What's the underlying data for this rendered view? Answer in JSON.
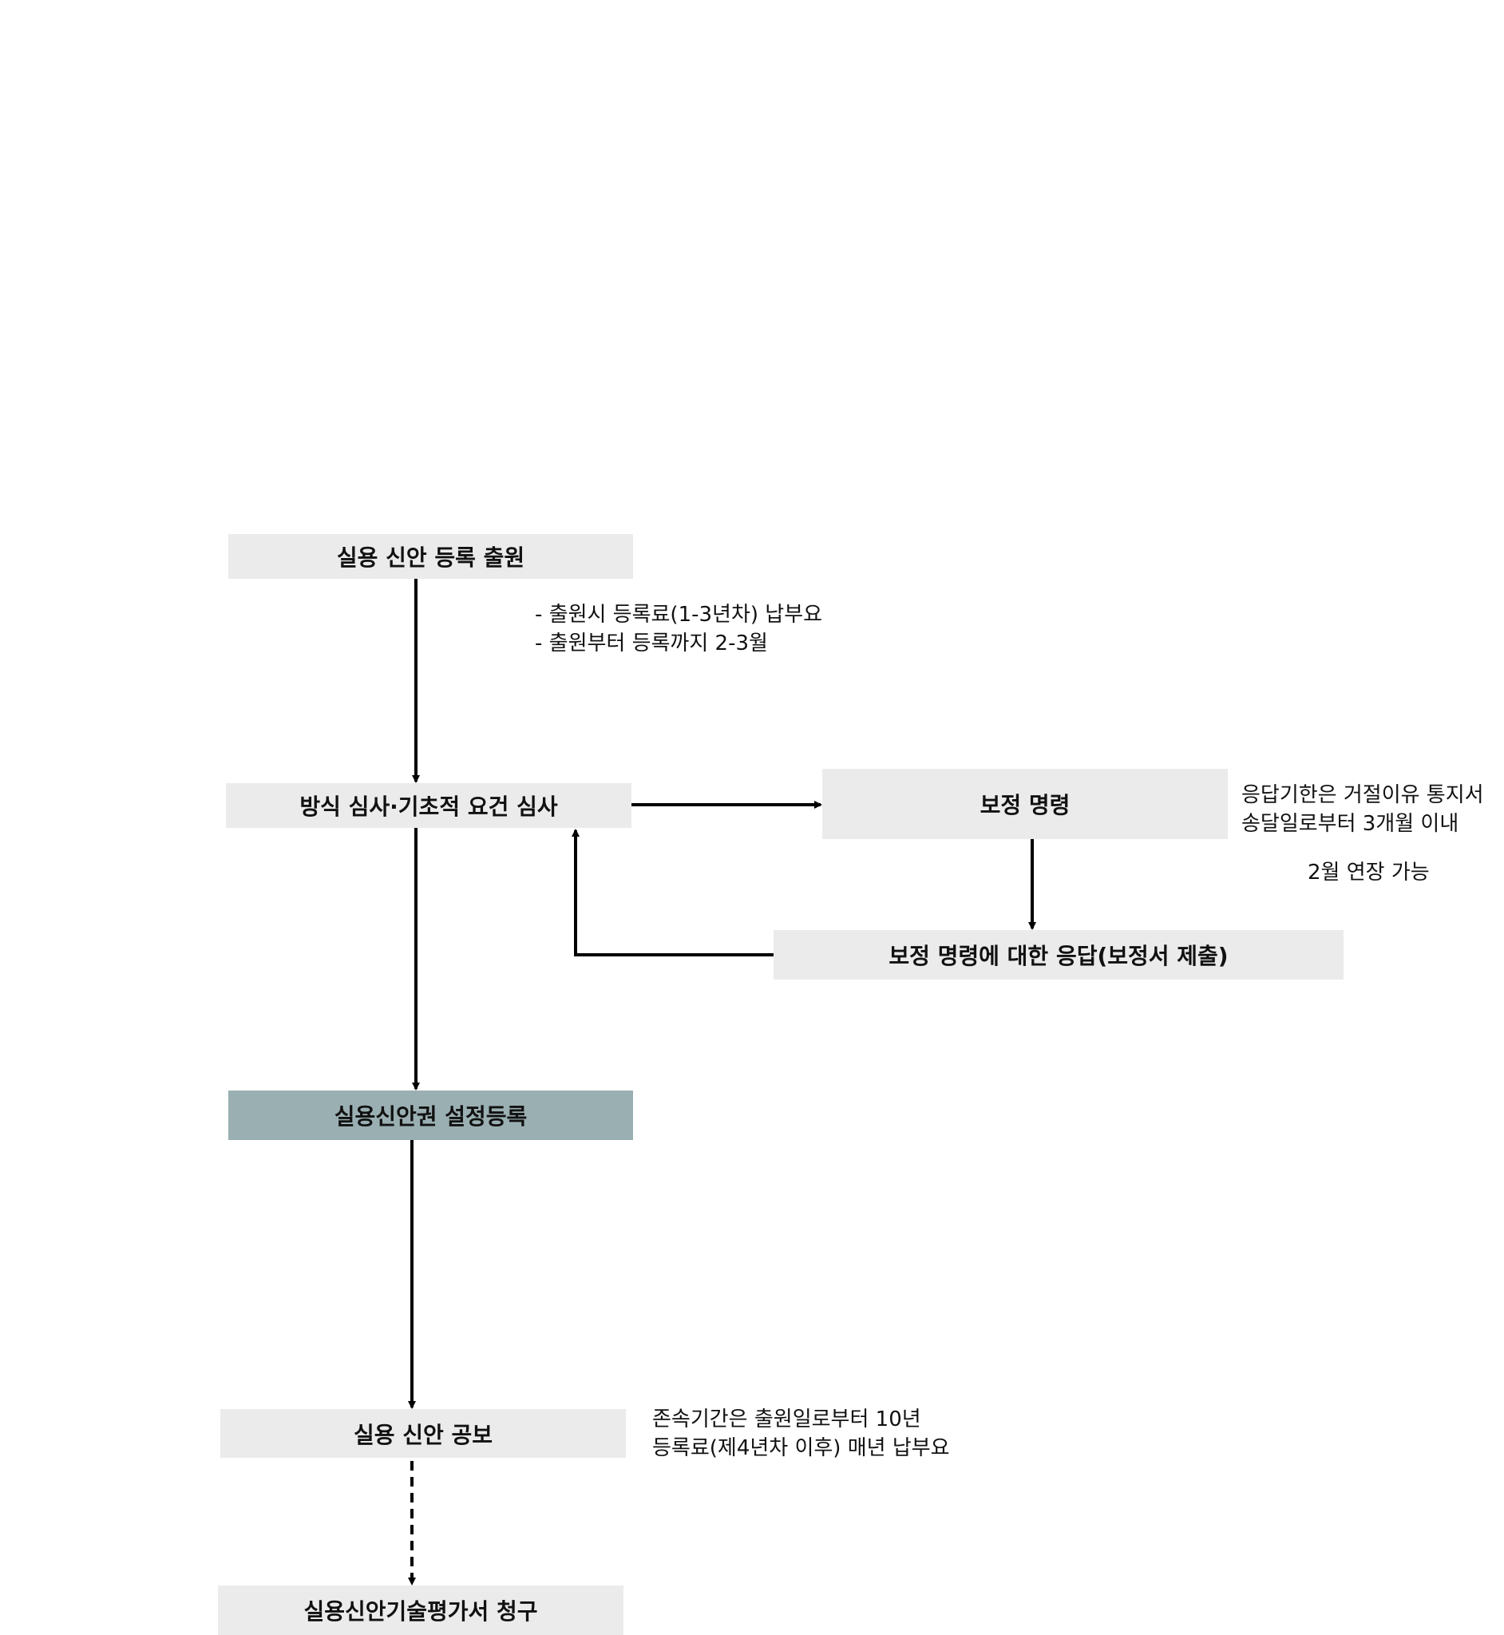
{
  "colors": {
    "box": "#ebebeb",
    "highlight_box": "#9aafb2",
    "arrow": "#000000"
  },
  "nodes": {
    "filing": "실용 신안 등록 출원",
    "formality_exam": "방식 심사·기초적 요건 심사",
    "amendment_order": "보정 명령",
    "amendment_response": "보정 명령에 대한 응답(보정서 제출)",
    "registration": "실용신안권 설정등록",
    "publication": "실용 신안 공보",
    "tech_eval_request": "실용신안기술평가서 청구"
  },
  "notes": {
    "filing": [
      "- 출원시 등록료(1-3년차) 납부요",
      "- 출원부터 등록까지 2-3월"
    ],
    "amendment": [
      "응답기한은 거절이유 통지서",
      "송달일로부터 3개월 이내"
    ],
    "extension": "2월 연장 가능",
    "publication": [
      "존속기간은 출원일로부터 10년",
      "등록료(제4년차 이후) 매년 납부요"
    ]
  }
}
